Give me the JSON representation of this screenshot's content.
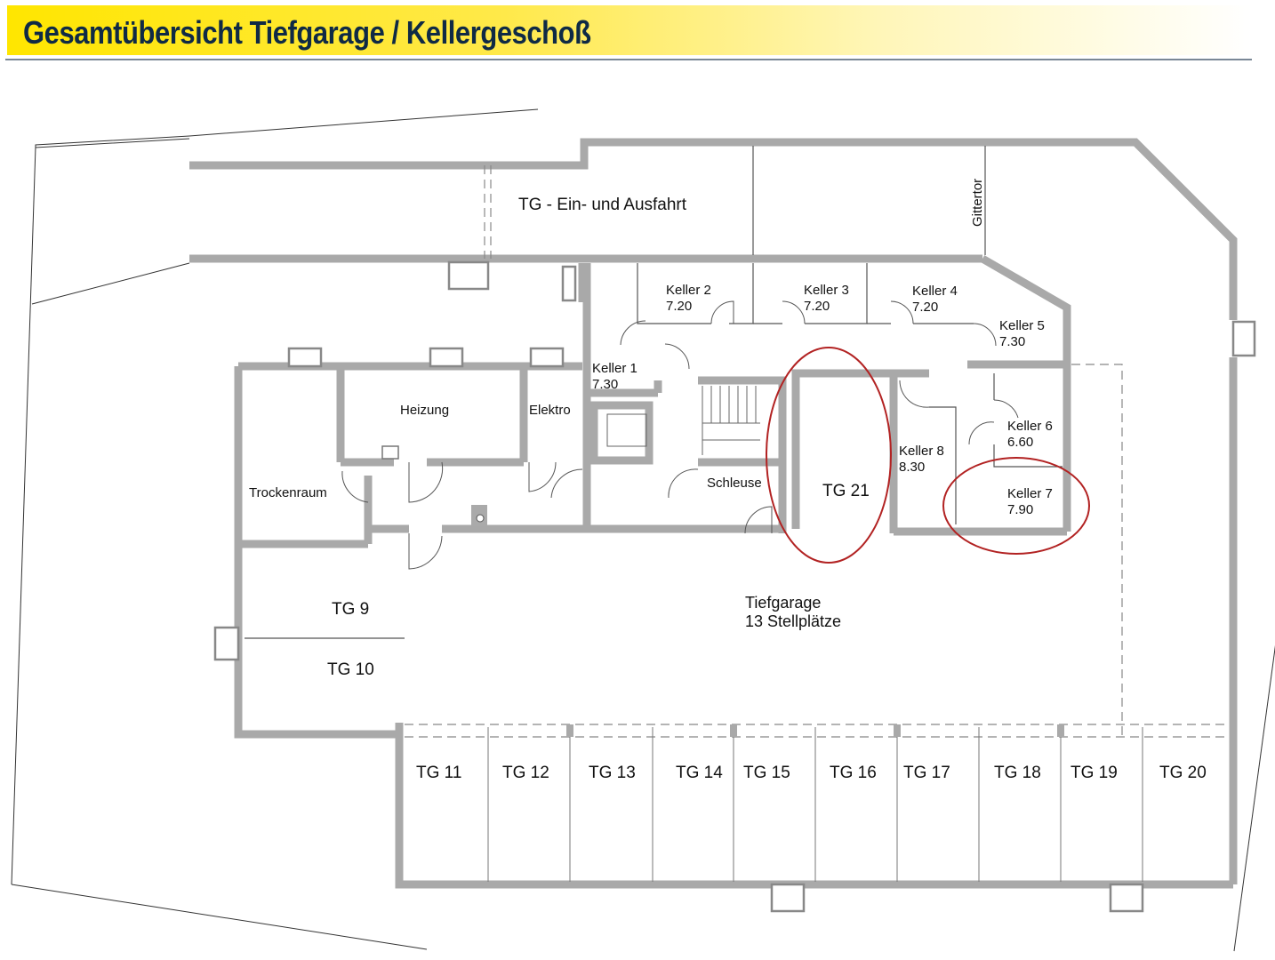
{
  "header": {
    "title": "Gesamtübersicht Tiefgarage / Kellergeschoß",
    "accent_color": "#ffe600",
    "title_color": "#0f2a45"
  },
  "plan": {
    "wall_color": "#a9a9a9",
    "highlight_color": "#b22222",
    "entrance": {
      "label": "TG - Ein- und Ausfahrt",
      "gate_label": "Gittertor"
    },
    "rooms": {
      "heizung": "Heizung",
      "elektro": "Elektro",
      "trockenraum": "Trockenraum",
      "schleuse": "Schleuse"
    },
    "cellars": [
      {
        "name": "Keller 1",
        "area": "7.30"
      },
      {
        "name": "Keller 2",
        "area": "7.20"
      },
      {
        "name": "Keller 3",
        "area": "7.20"
      },
      {
        "name": "Keller 4",
        "area": "7.20"
      },
      {
        "name": "Keller 5",
        "area": "7.30"
      },
      {
        "name": "Keller 6",
        "area": "6.60"
      },
      {
        "name": "Keller 7",
        "area": "7.90"
      },
      {
        "name": "Keller 8",
        "area": "8.30"
      }
    ],
    "garage": {
      "title": "Tiefgarage",
      "capacity": "13 Stellplätze"
    },
    "parking": {
      "tg9": "TG 9",
      "tg10": "TG 10",
      "tg21": "TG 21",
      "row": [
        "TG 11",
        "TG 12",
        "TG 13",
        "TG 14",
        "TG 15",
        "TG 16",
        "TG 17",
        "TG 18",
        "TG 19",
        "TG 20"
      ]
    },
    "highlighted": [
      "TG 21",
      "Keller 7"
    ]
  }
}
